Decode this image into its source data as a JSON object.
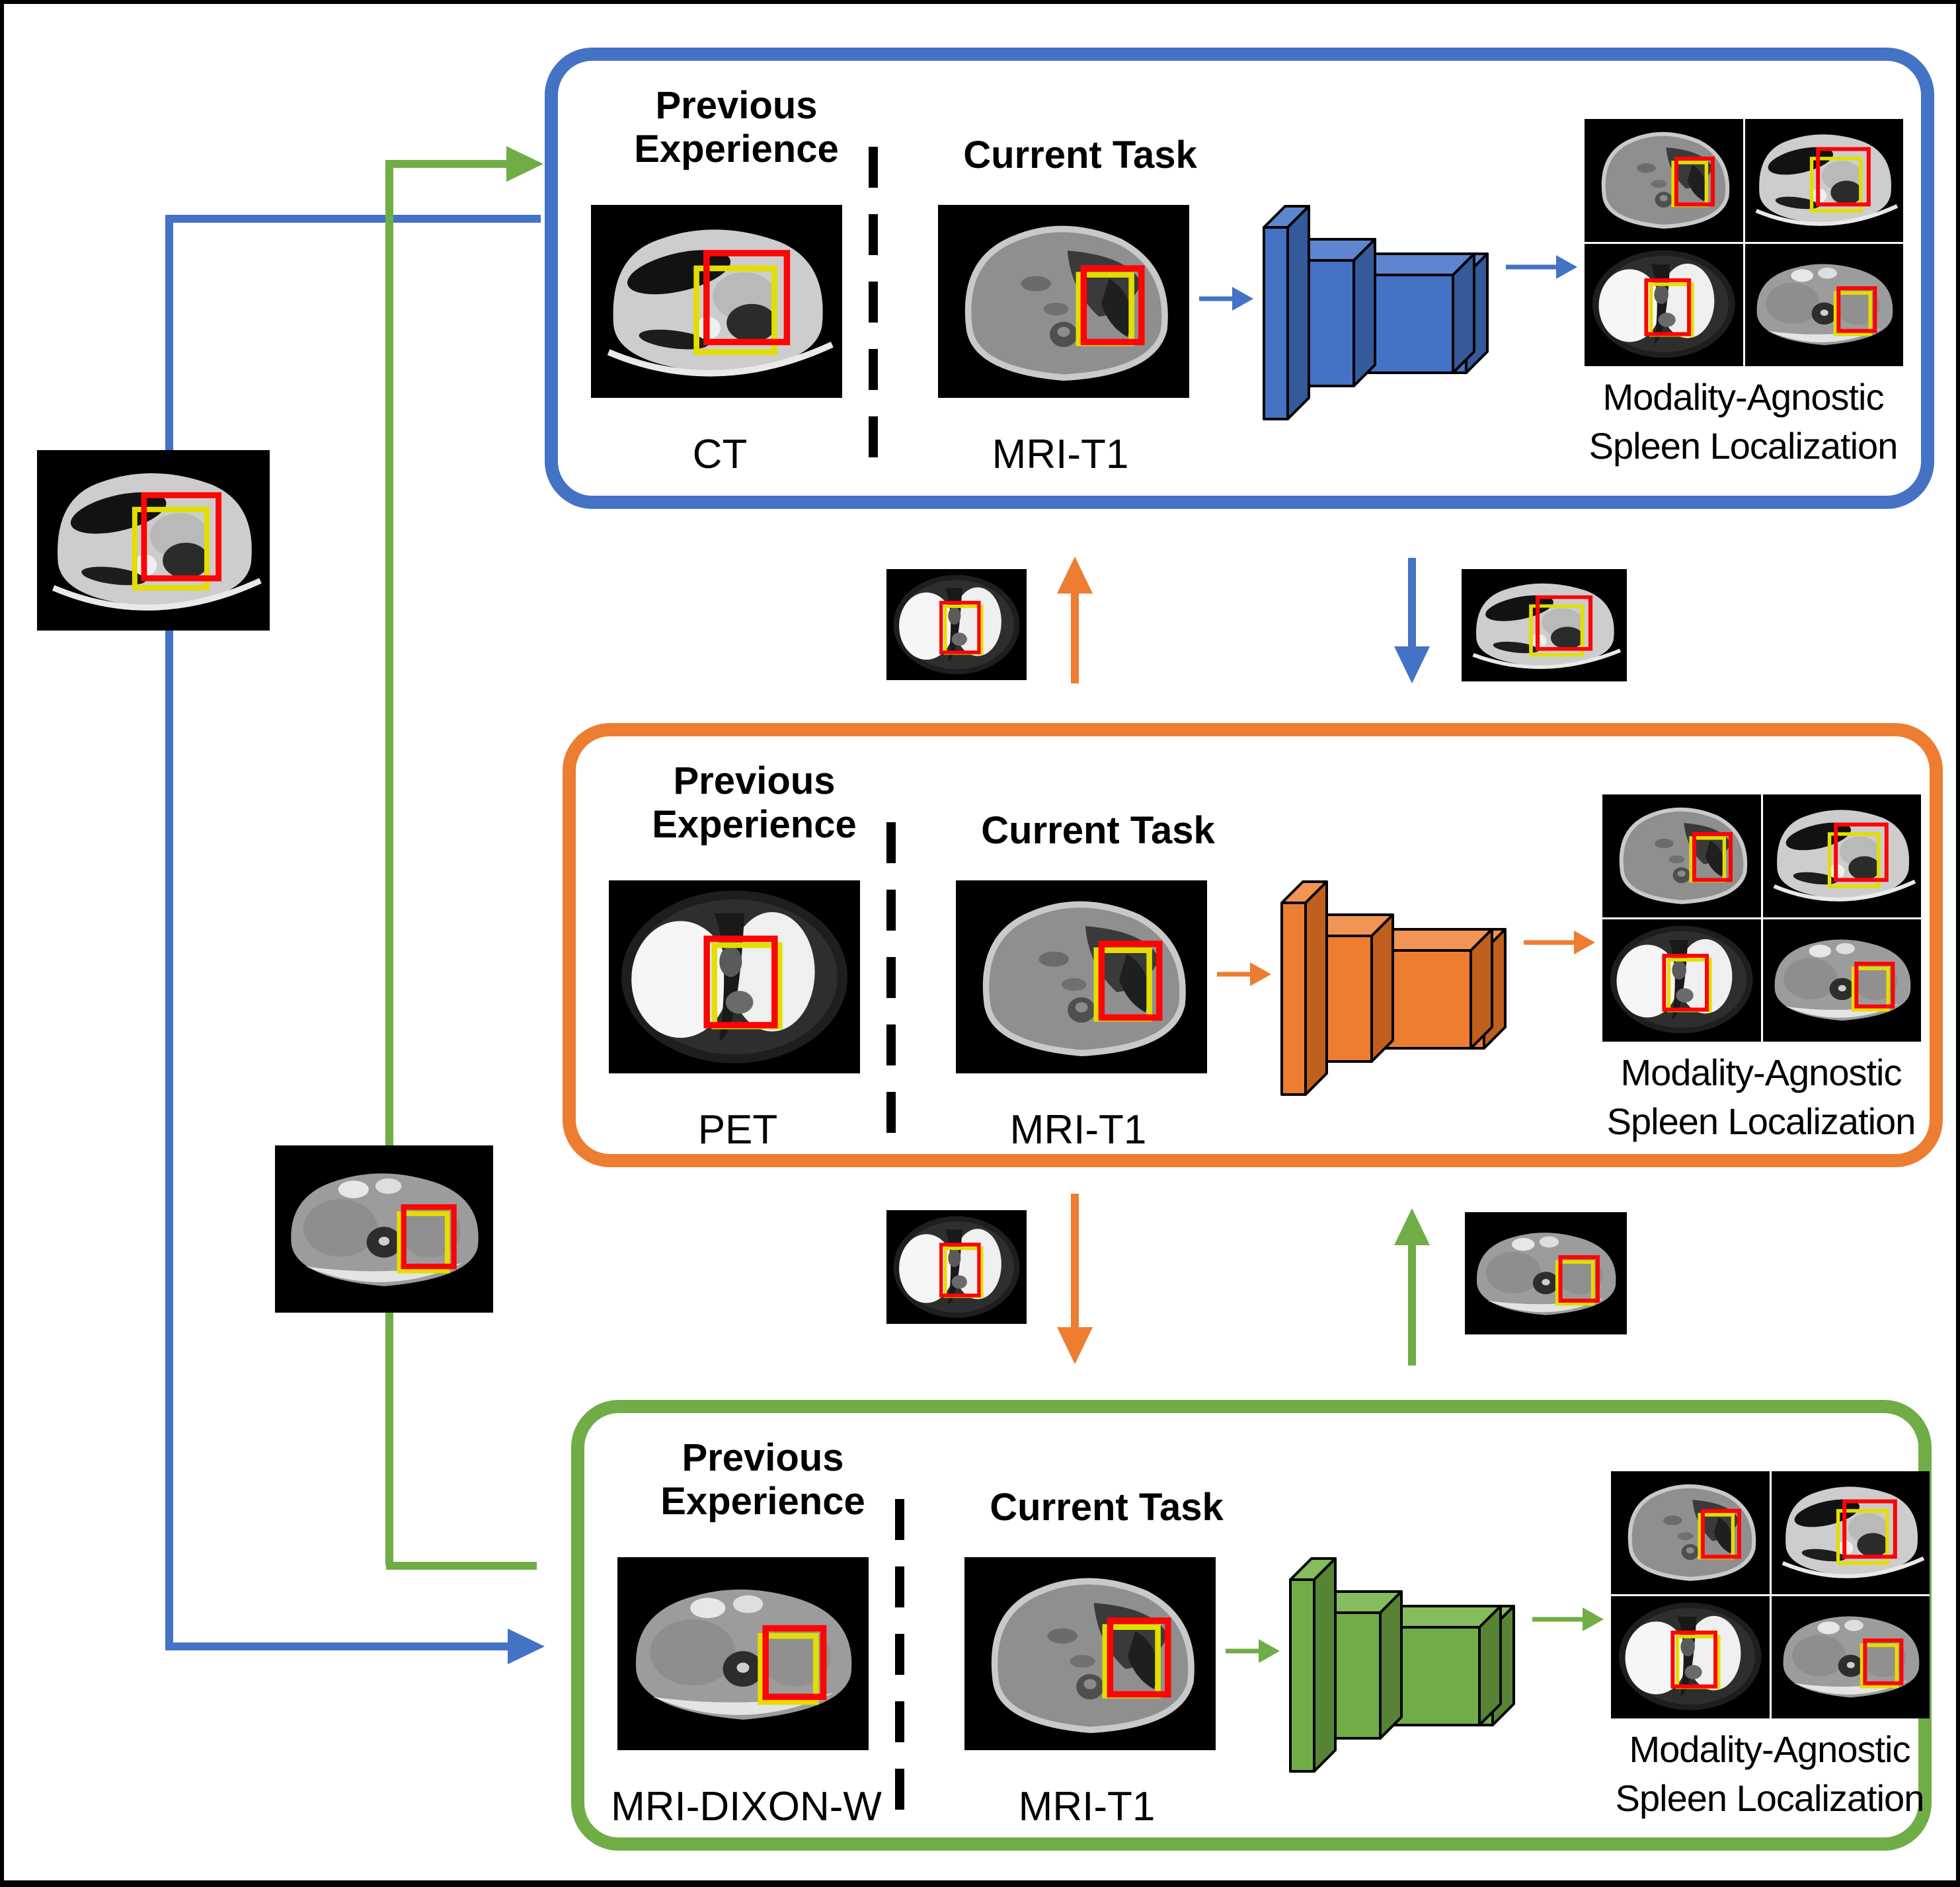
{
  "colors": {
    "blue": "#4472C4",
    "blue_light": "#5E86D0",
    "blue_dark": "#355A9B",
    "orange": "#ED7D31",
    "orange_light": "#F29455",
    "orange_dark": "#C05F1D",
    "green": "#70AD47",
    "green_light": "#85BC5E",
    "green_dark": "#568434",
    "box_red": "#FB0505",
    "box_yellow": "#E3DE00",
    "text": "#000000"
  },
  "panels": [
    {
      "name": "task-panel-ct",
      "accent": "blue",
      "previous_title_lines": "Previous\nExperience",
      "current_title": "Current Task",
      "previous_modality": "CT",
      "current_modality": "MRI-T1",
      "previous_scan_kind": "ct",
      "current_scan_kind": "mri_t1",
      "output_label_lines": "Modality-Agnostic\nSpleen Localization",
      "output_grid_kinds": [
        "mri_t1",
        "ct",
        "pet",
        "dixon"
      ]
    },
    {
      "name": "task-panel-pet",
      "accent": "orange",
      "previous_title_lines": "Previous\nExperience",
      "current_title": "Current Task",
      "previous_modality": "PET",
      "current_modality": "MRI-T1",
      "previous_scan_kind": "pet",
      "current_scan_kind": "mri_t1",
      "output_label_lines": "Modality-Agnostic\nSpleen Localization",
      "output_grid_kinds": [
        "mri_t1",
        "ct",
        "pet",
        "dixon"
      ]
    },
    {
      "name": "task-panel-dixon",
      "accent": "green",
      "previous_title_lines": "Previous\nExperience",
      "current_title": "Current Task",
      "previous_modality": "MRI-DIXON-W",
      "current_modality": "MRI-T1",
      "previous_scan_kind": "dixon",
      "current_scan_kind": "mri_t1",
      "output_label_lines": "Modality-Agnostic\nSpleen Localization",
      "output_grid_kinds": [
        "mri_t1",
        "ct",
        "pet",
        "dixon"
      ]
    }
  ],
  "left_flows": [
    {
      "name": "blue-recurrence-line",
      "accent": "blue",
      "thumb_kind": "ct"
    },
    {
      "name": "green-recurrence-line",
      "accent": "green",
      "thumb_kind": "dixon"
    }
  ],
  "inter_panel_flows": [
    {
      "name": "replay-up-pet-to-blue",
      "accent": "orange",
      "direction": "up",
      "thumb_kind": "pet"
    },
    {
      "name": "transfer-down-ct-to-orange",
      "accent": "blue",
      "direction": "down",
      "thumb_kind": "ct"
    },
    {
      "name": "replay-down-pet-to-green",
      "accent": "orange",
      "direction": "down",
      "thumb_kind": "pet"
    },
    {
      "name": "transfer-up-dixon-to-orange",
      "accent": "green",
      "direction": "up",
      "thumb_kind": "dixon"
    }
  ]
}
